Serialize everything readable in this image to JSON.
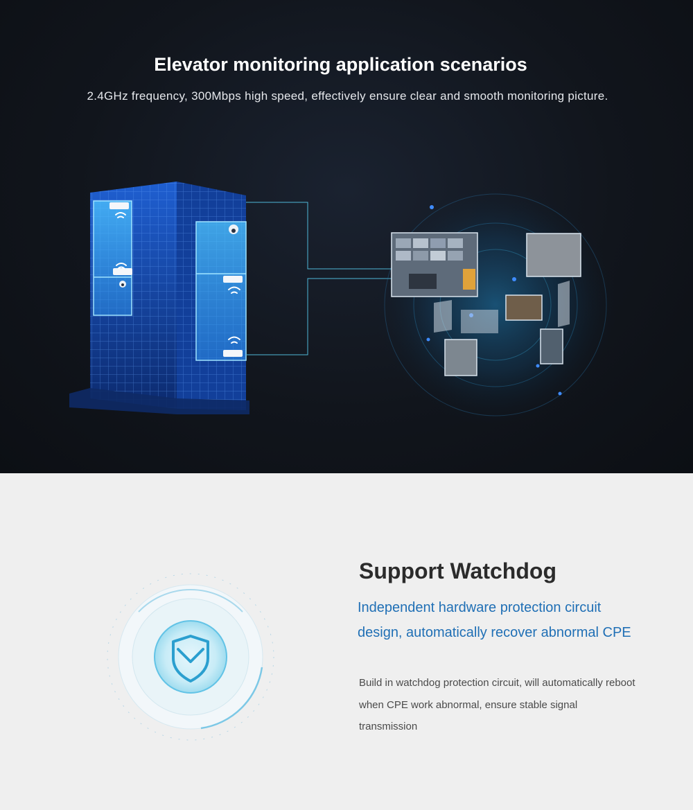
{
  "hero": {
    "title": "Elevator monitoring application scenarios",
    "subtitle": "2.4GHz frequency, 300Mbps high speed, effectively ensure clear and smooth monitoring picture."
  },
  "feature": {
    "title": "Support Watchdog",
    "lead": "Independent hardware protection circuit design, automatically recover abnormal CPE",
    "description": "Build in watchdog protection circuit, will automatically reboot when CPE work abnormal, ensure stable signal transmission"
  },
  "icons": {
    "building": "building-icon",
    "camera": "camera-icon",
    "wifi": "wifi-icon",
    "shield": "shield-icon"
  },
  "colors": {
    "accent_blue": "#1f6fb5",
    "glow_cyan": "#3fc8e6",
    "building_blue": "#2f7df0"
  }
}
